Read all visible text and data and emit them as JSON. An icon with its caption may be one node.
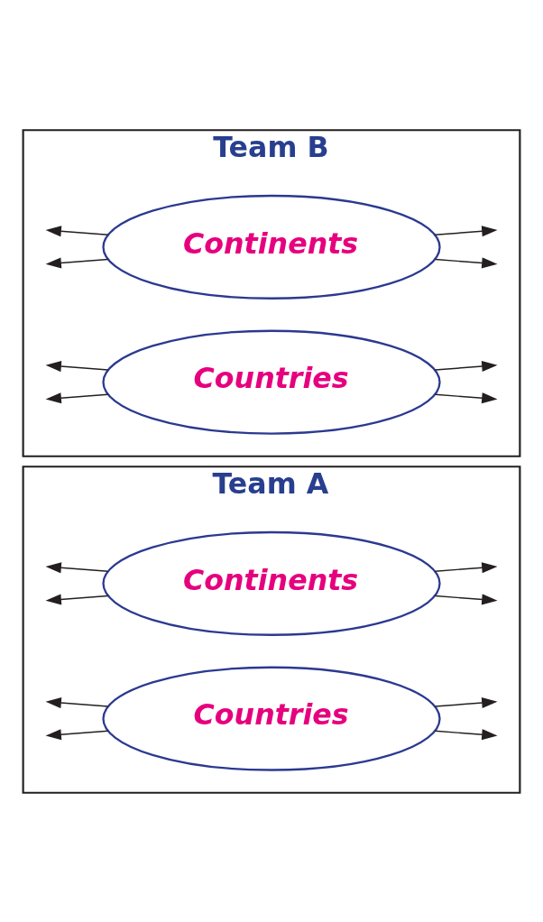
{
  "diagram": {
    "nodes": [
      {
        "text": [
          "Team A"
        ]
      },
      {
        "text": [
          "Continents"
        ],
        "in": 0
      },
      {
        "text": [
          "Countries"
        ],
        "in": 0
      },
      {
        "text": [
          "Team B"
        ]
      },
      {
        "text": [
          "Continents"
        ],
        "in": 3
      },
      {
        "text": [
          "Countries"
        ],
        "in": 3
      }
    ],
    "edges": [
      {
        "from": 1,
        "to": null,
        "arrow": "to"
      },
      {
        "from": 1,
        "to": null,
        "arrow": "to"
      },
      {
        "from": 1,
        "to": null,
        "arrow": "to"
      },
      {
        "from": 1,
        "to": null,
        "arrow": "to"
      },
      {
        "from": 2,
        "to": null,
        "arrow": "to"
      },
      {
        "from": 2,
        "to": null,
        "arrow": "to"
      },
      {
        "from": 2,
        "to": null,
        "arrow": "to"
      },
      {
        "from": 2,
        "to": null,
        "arrow": "to"
      },
      {
        "from": 4,
        "to": null,
        "arrow": "to"
      },
      {
        "from": 4,
        "to": null,
        "arrow": "to"
      },
      {
        "from": 4,
        "to": null,
        "arrow": "to"
      },
      {
        "from": 4,
        "to": null,
        "arrow": "to"
      },
      {
        "from": 5,
        "to": null,
        "arrow": "to"
      },
      {
        "from": 5,
        "to": null,
        "arrow": "to"
      },
      {
        "from": 5,
        "to": null,
        "arrow": "to"
      },
      {
        "from": 5,
        "to": null,
        "arrow": "to"
      }
    ]
  }
}
